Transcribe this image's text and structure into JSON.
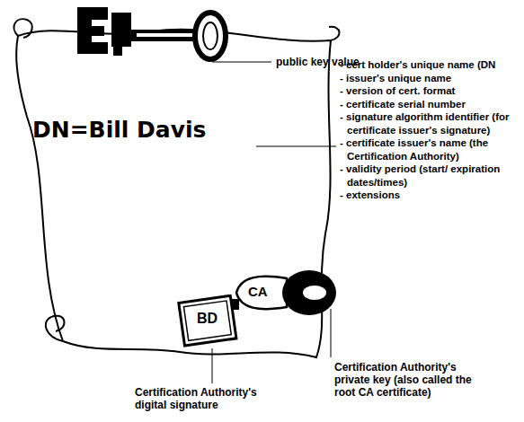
{
  "diagram": {
    "nodes": [
      {
        "text": [
          "DN=Bill Davis"
        ]
      },
      {
        "text": [
          "CA"
        ],
        "in": 0
      }
    ],
    "edges": [],
    "labels": [
      "public key value",
      "- cert holder's unique name (DN",
      "- issuer's unique name",
      "- version of cert. format",
      "- certificate serial number",
      "- signature algorithm identifier (for certificate issuer's signature)",
      "- certificate issuer's name (the Certification Authority)",
      "- validity period (start/ expiration dates/times)",
      "- extensions",
      "BD",
      "Certification Authority's digital signature",
      "Certification Authority's private key (also called the root CA certificate)"
    ]
  }
}
